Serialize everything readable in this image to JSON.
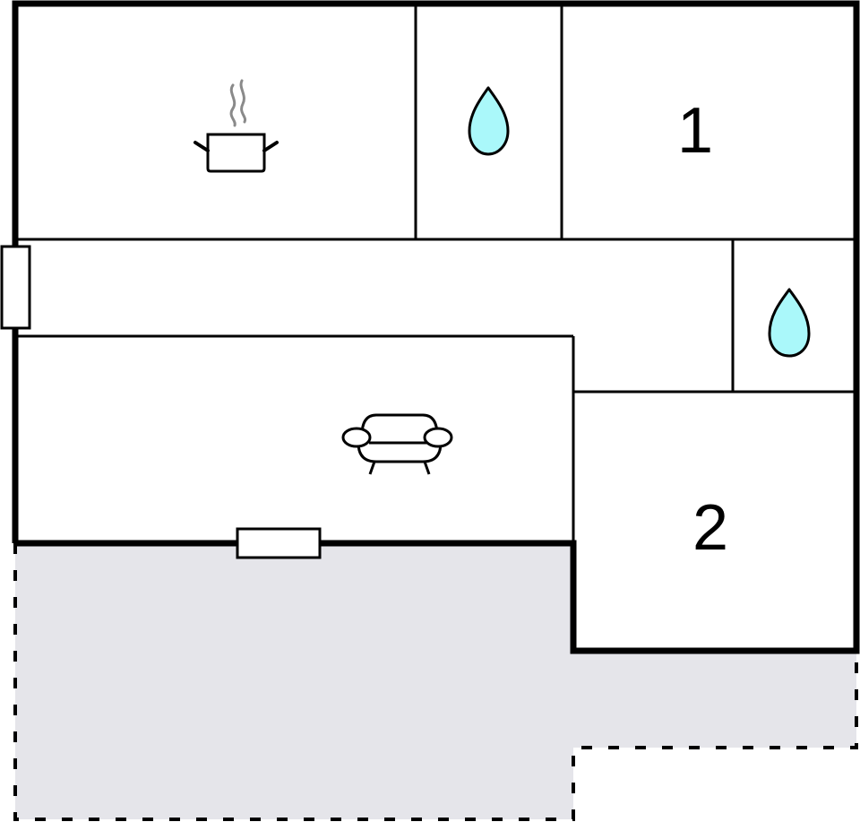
{
  "diagram": {
    "type": "floor-plan",
    "colors": {
      "wall": "#000000",
      "terrace": "#e5e5ea",
      "water_fill": "#aaf8fa",
      "steam": "#8a8a8a",
      "background": "#ffffff"
    },
    "rooms": [
      {
        "id": "kitchen",
        "icon": "cooking-pot-icon",
        "label": ""
      },
      {
        "id": "bathroom-1",
        "icon": "water-drop-icon",
        "label": ""
      },
      {
        "id": "bedroom-1",
        "icon": "",
        "label": "1"
      },
      {
        "id": "hallway",
        "icon": "",
        "label": ""
      },
      {
        "id": "bathroom-2",
        "icon": "water-drop-icon",
        "label": ""
      },
      {
        "id": "living-room",
        "icon": "armchair-icon",
        "label": ""
      },
      {
        "id": "bedroom-2",
        "icon": "",
        "label": "2"
      },
      {
        "id": "terrace",
        "icon": "",
        "label": ""
      }
    ],
    "labels": {
      "bedroom_1": "1",
      "bedroom_2": "2"
    },
    "doors": [
      {
        "id": "entrance-door-west"
      },
      {
        "id": "terrace-door-south"
      }
    ]
  }
}
